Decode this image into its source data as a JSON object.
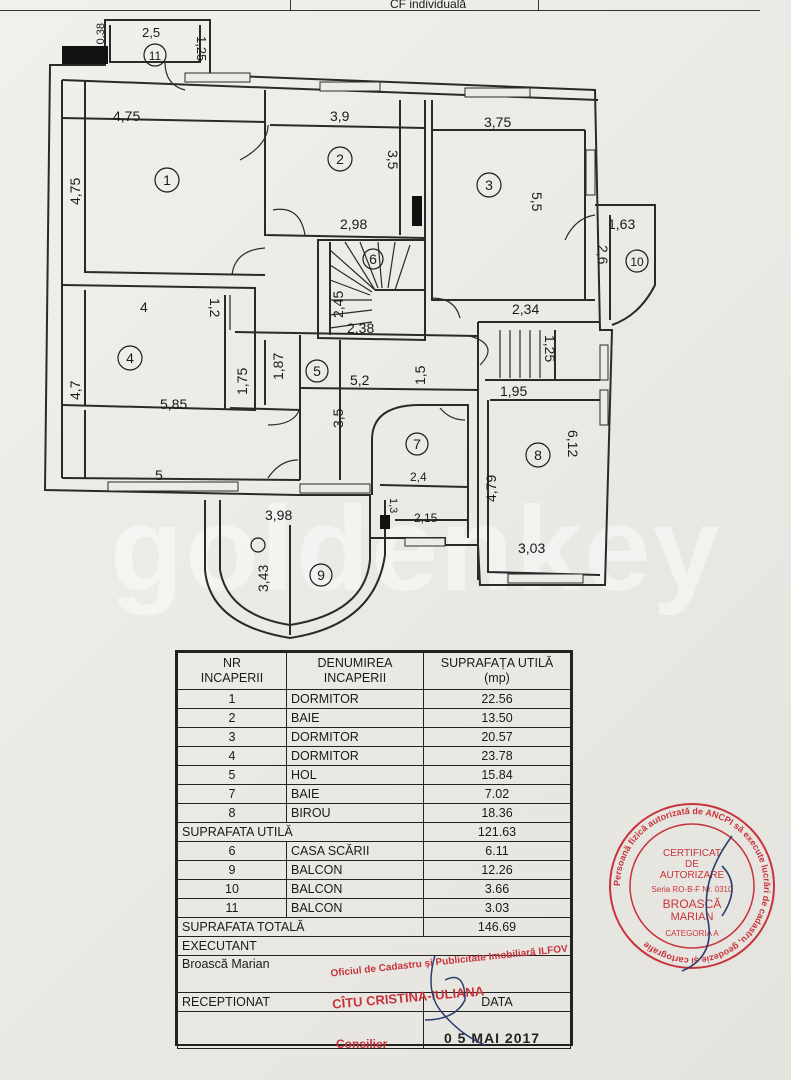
{
  "header": {
    "cf": "CF individuală"
  },
  "plan": {
    "dims": {
      "d_038": "0,38",
      "d_25": "2,5",
      "d_125a": "1,25",
      "d_475a": "4,75",
      "d_475b": "4,75",
      "d_39": "3,9",
      "d_35a": "3,5",
      "d_298": "2,98",
      "d_375": "3,75",
      "d_55": "5,5",
      "d_163": "1,63",
      "d_26": "2,6",
      "d_245": "2,45",
      "d_238": "2,38",
      "d_234": "2,34",
      "d_4": "4",
      "d_12": "1,2",
      "d_47": "4,7",
      "d_175": "1,75",
      "d_187": "1,87",
      "d_585": "5,85",
      "d_52": "5,2",
      "d_15": "1,5",
      "d_35b": "3,5",
      "d_5": "5",
      "d_125b": "1,25",
      "d_195": "1,95",
      "d_479": "4,79",
      "d_612": "6,12",
      "d_24": "2,4",
      "d_13": "1,3",
      "d_215": "2,15",
      "d_303": "3,03",
      "d_398": "3,98",
      "d_343": "3,43"
    },
    "rooms": {
      "r1": "1",
      "r2": "2",
      "r3": "3",
      "r4": "4",
      "r5": "5",
      "r6": "6",
      "r7": "7",
      "r8": "8",
      "r9": "9",
      "r10": "10",
      "r11": "11"
    }
  },
  "table": {
    "head": {
      "nr": "NR\nINCAPERII",
      "name": "DENUMIREA\nINCAPERII",
      "area": "SUPRAFAȚA UTILĂ\n(mp)"
    },
    "rows": [
      {
        "nr": "1",
        "name": "DORMITOR",
        "area": "22.56"
      },
      {
        "nr": "2",
        "name": "BAIE",
        "area": "13.50"
      },
      {
        "nr": "3",
        "name": "DORMITOR",
        "area": "20.57"
      },
      {
        "nr": "4",
        "name": "DORMITOR",
        "area": "23.78"
      },
      {
        "nr": "5",
        "name": "HOL",
        "area": "15.84"
      },
      {
        "nr": "7",
        "name": "BAIE",
        "area": "7.02"
      },
      {
        "nr": "8",
        "name": "BIROU",
        "area": "18.36"
      }
    ],
    "useful_label": "SUPRAFATA UTILĂ",
    "useful_value": "121.63",
    "rows2": [
      {
        "nr": "6",
        "name": "CASA SCĂRII",
        "area": "6.11"
      },
      {
        "nr": "9",
        "name": "BALCON",
        "area": "12.26"
      },
      {
        "nr": "10",
        "name": "BALCON",
        "area": "3.66"
      },
      {
        "nr": "11",
        "name": "BALCON",
        "area": "3.03"
      }
    ],
    "total_label": "SUPRAFATA TOTALĂ",
    "total_value": "146.69",
    "executant_label": "EXECUTANT",
    "executant_name": "Broască Marian",
    "receptionat_label": "RECEPTIONAT",
    "data_label": "DATA"
  },
  "stamps": {
    "oficiu": "Oficiul de Cadastru și Publicitate Imobiliară ILFOV",
    "name": "CÎTU CRISTINA-IULIANA",
    "role": "Consilier",
    "date": "0 5 MAI 2017",
    "seal_line1": "CERTIFICAT",
    "seal_line2": "DE",
    "seal_line3": "AUTORIZARE",
    "seal_line4": "Seria RO-B-F Nr. 0310",
    "seal_line5": "BROASCĂ",
    "seal_line6": "MARIAN",
    "seal_line7": "CATEGORIA A",
    "seal_ring": "Persoană fizică autorizată de ANCPI să execute lucrări de cadastru, geodezie și cartografie"
  },
  "watermark": "goldenkey",
  "colors": {
    "ink": "#1a1a1a",
    "stamp_red": "#c8333b",
    "wall": "#2a2a2a"
  }
}
